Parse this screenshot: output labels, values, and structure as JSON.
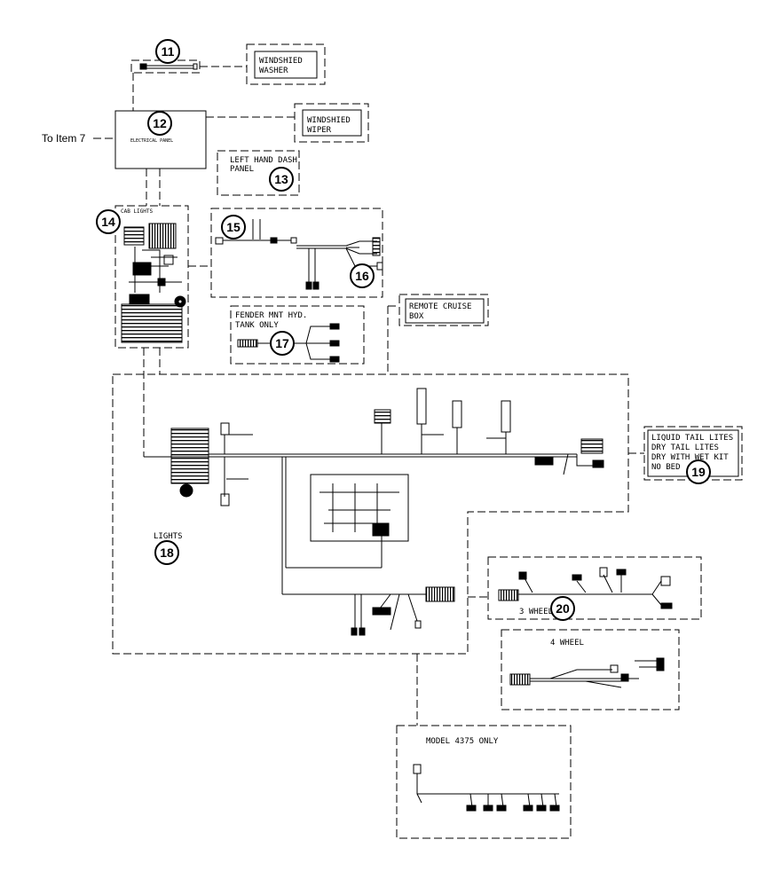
{
  "labels": {
    "to_item": "To Item 7",
    "electrical_panel": "ELECTRICAL PANEL",
    "cab_lights": "CAB LIGHTS",
    "lights": "LIGHTS",
    "washer_1": "WINDSHIED",
    "washer_2": "WASHER",
    "wiper_1": "WINDSHIED",
    "wiper_2": "WIPER",
    "dash_1": "LEFT HAND DASH",
    "dash_2": "PANEL",
    "fender_1": "FENDER MNT HYD.",
    "fender_2": "TANK ONLY",
    "cruise_1": "REMOTE CRUISE",
    "cruise_2": "BOX",
    "tail_1": "LIQUID TAIL LITES",
    "tail_2": "DRY TAIL LITES",
    "tail_3": "DRY WITH WET KIT",
    "tail_4": "NO BED",
    "three_wheel": "3 WHEEL",
    "four_wheel": "4 WHEEL",
    "model": "MODEL 4375 ONLY"
  },
  "callouts": {
    "c11": "11",
    "c12": "12",
    "c13": "13",
    "c14": "14",
    "c15": "15",
    "c16": "16",
    "c17": "17",
    "c18": "18",
    "c19": "19",
    "c20": "20"
  }
}
